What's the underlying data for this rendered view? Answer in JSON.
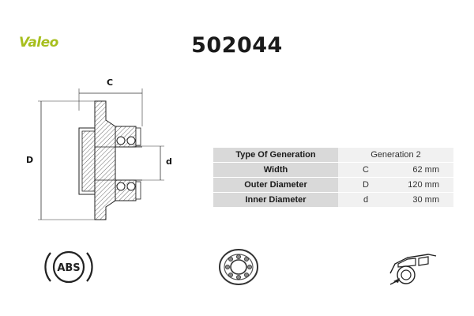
{
  "header": {
    "brand": "Valeo",
    "part_number": "502044"
  },
  "drawing": {
    "label_c": "C",
    "label_d_upper": "D",
    "label_d_lower": "d"
  },
  "specs": {
    "rows": [
      {
        "label": "Type Of Generation",
        "value": "Generation 2"
      },
      {
        "label": "Width",
        "letter": "C",
        "value": "62 mm"
      },
      {
        "label": "Outer Diameter",
        "letter": "D",
        "value": "120 mm"
      },
      {
        "label": "Inner Diameter",
        "letter": "d",
        "value": "30 mm"
      }
    ]
  },
  "icons": {
    "abs_text": "ABS",
    "abs_icon": "abs-icon",
    "bearing_icon": "bearing-icon",
    "car_icon": "car-wheel-icon"
  }
}
